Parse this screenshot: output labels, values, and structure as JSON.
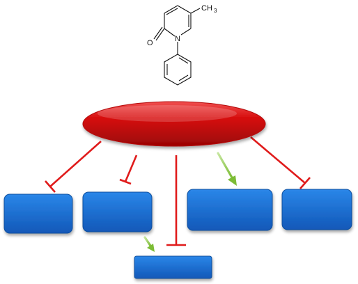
{
  "molecule": {
    "methyl_label": "CH",
    "methyl_subscript": "3",
    "oxygen_label": "O",
    "nitrogen_label": "N"
  },
  "colors": {
    "ellipse_fill": "#cc0a0a",
    "box_fill": "#1c6fd1",
    "inhibit_line": "#e01b1b",
    "activate_arrow": "#8cc63f",
    "bond": "#111111"
  },
  "nodes": {
    "central": {
      "shape": "red-ellipse",
      "text": ""
    },
    "targets": [
      {
        "id": "target-1",
        "text": "",
        "relation": "inhibition"
      },
      {
        "id": "target-2",
        "text": "",
        "relation": "inhibition"
      },
      {
        "id": "target-3",
        "text": "",
        "relation": "activation"
      },
      {
        "id": "target-4",
        "text": "",
        "relation": "inhibition"
      },
      {
        "id": "target-5",
        "text": "",
        "relation": "inhibition"
      }
    ]
  },
  "secondary_edges": [
    {
      "id": "activation-to-target-5",
      "relation": "activation"
    }
  ]
}
